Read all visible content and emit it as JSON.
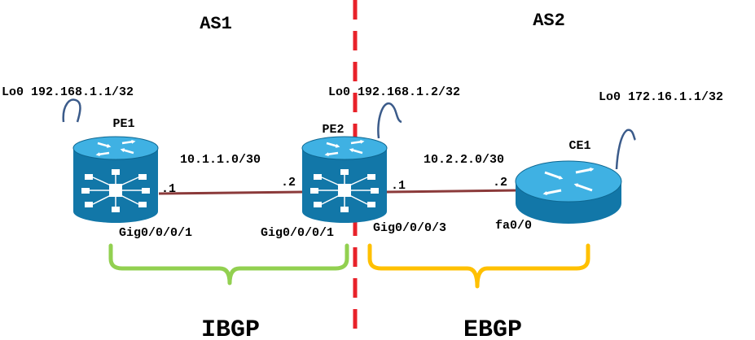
{
  "as_labels": {
    "left": "AS1",
    "right": "AS2"
  },
  "routers": {
    "pe1": {
      "name": "PE1",
      "loopback": "Lo0 192.168.1.1/32",
      "interface": "Gig0/0/0/1",
      "host_addr": ".1"
    },
    "pe2": {
      "name": "PE2",
      "loopback": "Lo0 192.168.1.2/32",
      "interface_left": "Gig0/0/0/1",
      "interface_right": "Gig0/0/0/3",
      "host_addr_left": ".2",
      "host_addr_right": ".1"
    },
    "ce1": {
      "name": "CE1",
      "loopback": "Lo0 172.16.1.1/32",
      "interface": "fa0/0",
      "host_addr": ".2"
    }
  },
  "links": {
    "pe1_pe2": {
      "subnet": "10.1.1.0/30"
    },
    "pe2_ce1": {
      "subnet": "10.2.2.0/30"
    }
  },
  "sessions": {
    "ibgp": {
      "label": "IBGP"
    },
    "ebgp": {
      "label": "EBGP"
    }
  },
  "colors": {
    "boundary": "#e8222a",
    "ibgp_brace": "#92d050",
    "ebgp_brace": "#ffc000",
    "link": "#8b3a3a",
    "router_body": "#1277a8",
    "router_top": "#3fb1e3",
    "loopback_wire": "#3b5b8a"
  }
}
